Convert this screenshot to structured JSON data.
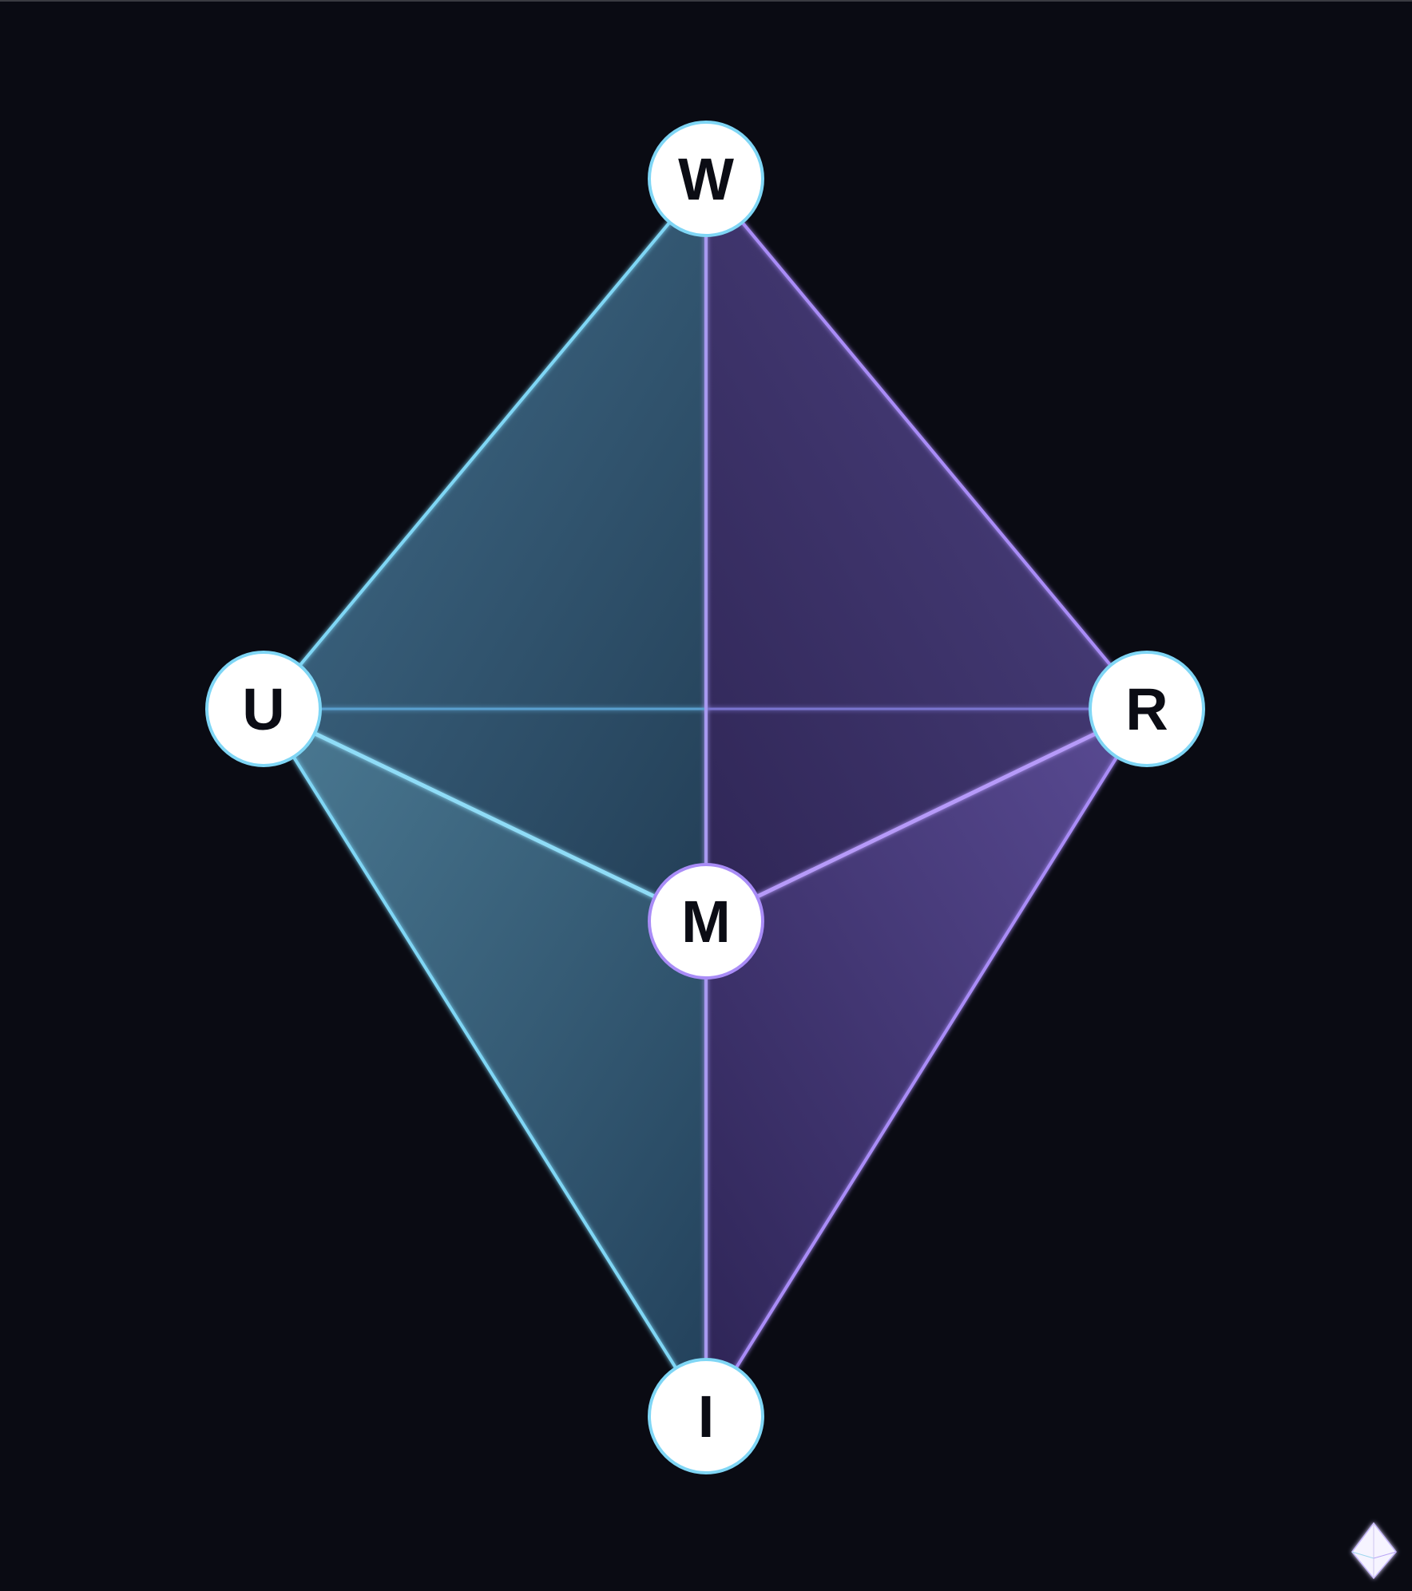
{
  "nodes": {
    "top": "W",
    "left": "U",
    "right": "R",
    "center": "M",
    "bottom": "I"
  },
  "colors": {
    "background": "#0a0b13",
    "cyan": "#7fd6f5",
    "purple": "#a98cf7",
    "node_fill": "#ffffff",
    "text": "#0b0c14"
  }
}
